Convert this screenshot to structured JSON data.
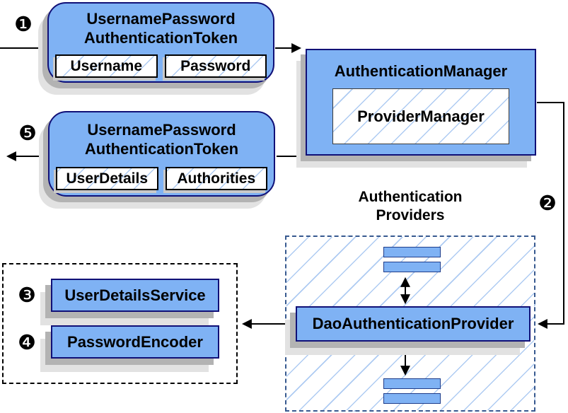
{
  "colors": {
    "node_fill": "#7fb2f4",
    "node_border": "#101077",
    "hatch_line": "#aecbf2",
    "dashed_border_blue": "#37598f",
    "dotted_border_black": "#000000",
    "shadow_gray": "#b3b3b3",
    "connector_black": "#000000"
  },
  "badges": {
    "step1": "❶",
    "step2": "❷",
    "step3": "❸",
    "step4": "❹",
    "step5": "❺"
  },
  "request_token": {
    "title_line1": "UsernamePassword",
    "title_line2": "AuthenticationToken",
    "fields": [
      "Username",
      "Password"
    ]
  },
  "auth_manager": {
    "title": "AuthenticationManager",
    "inner_label": "ProviderManager"
  },
  "response_token": {
    "title_line1": "UsernamePassword",
    "title_line2": "AuthenticationToken",
    "fields": [
      "UserDetails",
      "Authorities"
    ]
  },
  "providers": {
    "heading_line1": "Authentication",
    "heading_line2": "Providers",
    "main_provider": "DaoAuthenticationProvider"
  },
  "collaborators": {
    "items": [
      "UserDetailsService",
      "PasswordEncoder"
    ]
  }
}
